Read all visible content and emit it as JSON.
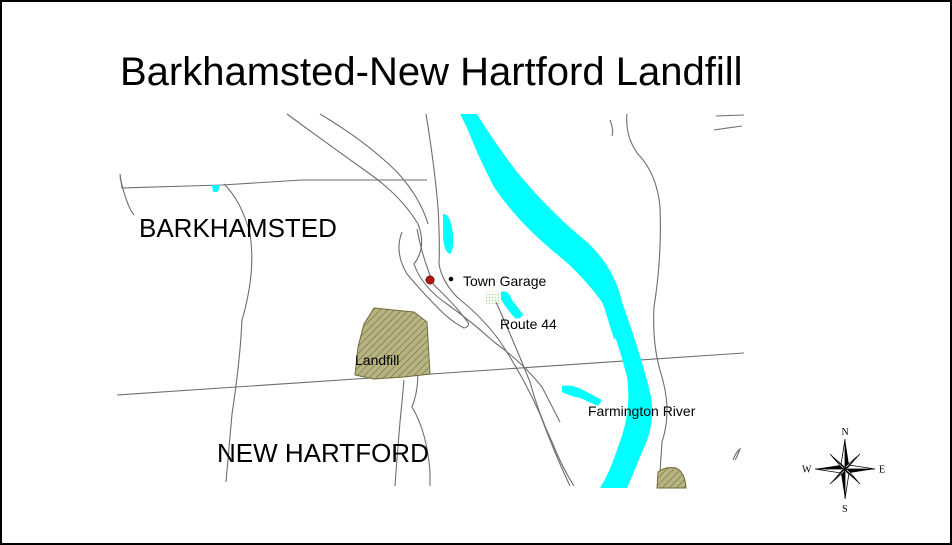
{
  "title": "Barkhamsted-New Hartford Landfill",
  "towns": {
    "north": "BARKHAMSTED",
    "south": "NEW HARTFORD"
  },
  "features": {
    "town_garage": "Town Garage",
    "route": "Route 44",
    "landfill": "Landfill",
    "river": "Farmington River"
  },
  "compass": {
    "n": "N",
    "s": "S",
    "e": "E",
    "w": "W"
  },
  "colors": {
    "water": "#00ffff",
    "landfill": "#b8b482",
    "landfill_hatch": "#6e6a3a",
    "roads": "#6e6e6e",
    "marker": "#b01818",
    "pond_dots": "#9adf7a"
  },
  "icons": {
    "compass": "compass-rose-icon",
    "garage_marker": "red-dot-icon"
  }
}
